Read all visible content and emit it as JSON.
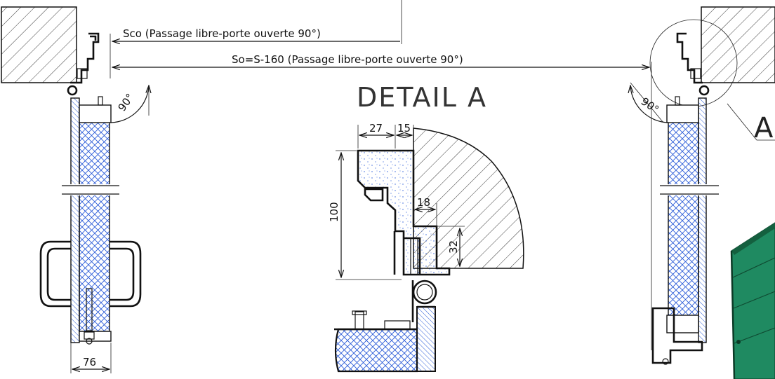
{
  "drawing": {
    "title": "DETAIL A",
    "detail_marker": "A",
    "notes": {
      "sco": "Sco (Passage libre-porte ouverte 90°)",
      "so": "So=S-160 (Passage libre-porte ouverte 90°)"
    },
    "dimensions": {
      "left_angle": "90°",
      "right_angle": "90°",
      "width_76": "76",
      "d27": "27",
      "d15": "15",
      "d100": "100",
      "d18": "18",
      "d32": "32"
    }
  },
  "colors": {
    "line": "#111111",
    "insulation": "#2a5bd8",
    "hatch": "#2a5bd8",
    "door_panel": "#1f8a61",
    "door_panel_dark": "#14603f"
  }
}
